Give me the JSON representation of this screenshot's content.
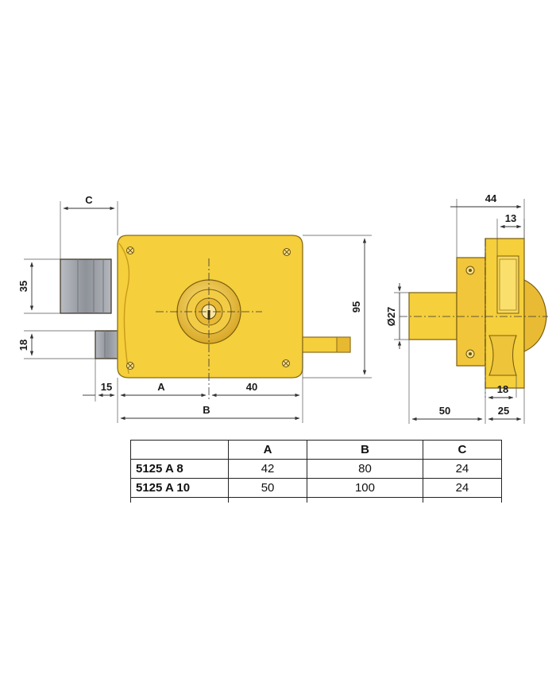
{
  "labels": {
    "c": "C",
    "a": "A",
    "b": "B",
    "d35": "35",
    "d18_left": "18",
    "d15": "15",
    "d40": "40",
    "d95": "95",
    "d44": "44",
    "d13": "13",
    "d27": "Ø27",
    "d18_right": "18",
    "d50": "50",
    "d25": "25"
  },
  "colors": {
    "body": "#f5cf3c",
    "body_edge": "#c79b1a",
    "bolt": "#9a9ea6",
    "bolt_dark": "#6d7178"
  },
  "table": {
    "headers": [
      "",
      "A",
      "B",
      "C"
    ],
    "rows": [
      [
        "5125 A 8",
        "42",
        "80",
        "24"
      ],
      [
        "5125 A 10",
        "50",
        "100",
        "24"
      ]
    ]
  }
}
